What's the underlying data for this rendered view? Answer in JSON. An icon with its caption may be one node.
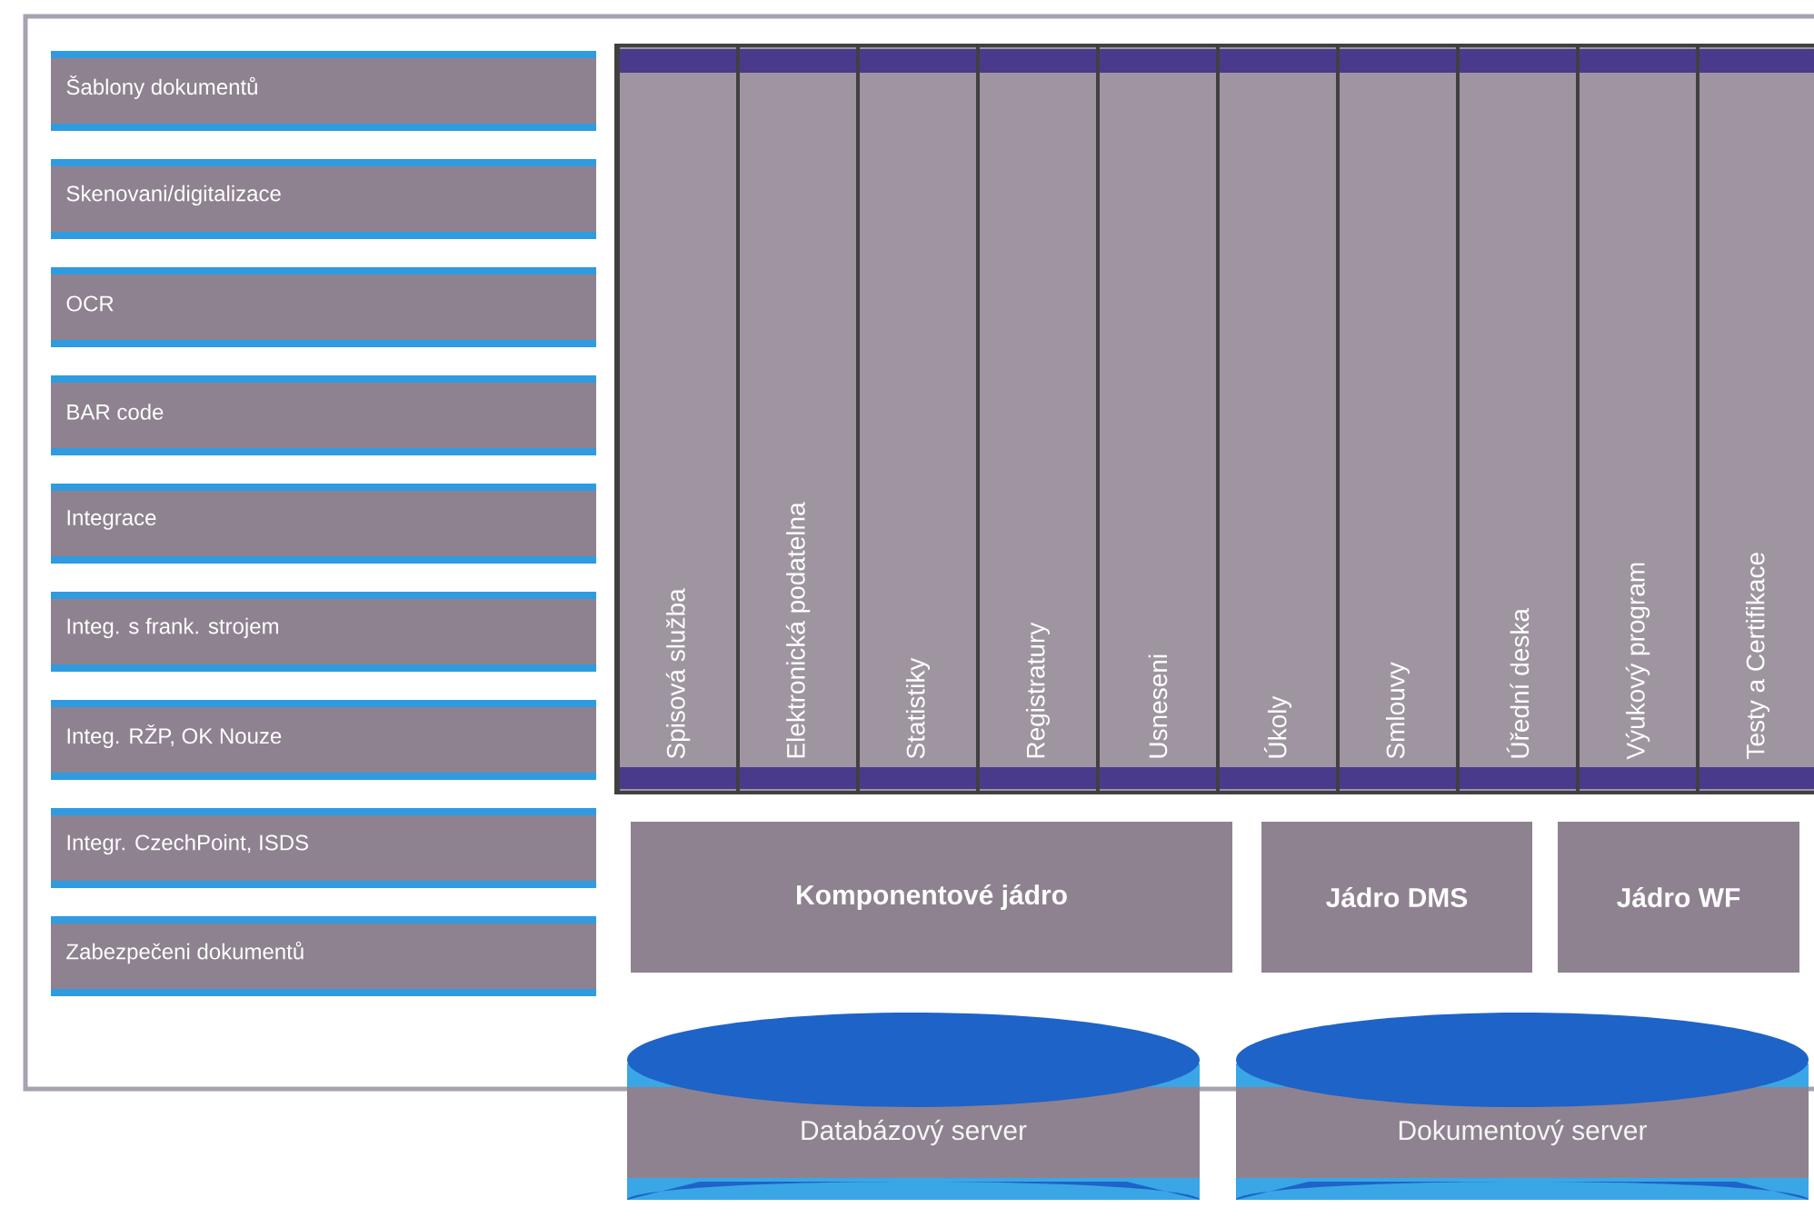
{
  "diagram": {
    "nodes": [
      {
        "text": [
          "Šablony dokumentů"
        ]
      },
      {
        "text": [
          "Skenovani/digitalizace"
        ]
      },
      {
        "text": [
          "OCR"
        ]
      },
      {
        "text": [
          "BAR code"
        ]
      },
      {
        "text": [
          "Integrace"
        ]
      },
      {
        "text": [
          "Integ. s frank. strojem"
        ]
      },
      {
        "text": [
          "Integ. RŽP, OK Nouze"
        ]
      },
      {
        "text": [
          "Integr. CzechPoint, ISDS"
        ]
      },
      {
        "text": [
          "Zabezpečeni dokumentů"
        ]
      },
      {
        "text": [
          "Spisová služba"
        ]
      },
      {
        "text": [
          "Elektronická podatelna"
        ]
      },
      {
        "text": [
          "Statistiky"
        ]
      },
      {
        "text": [
          "Registratury"
        ]
      },
      {
        "text": [
          "Usneseni"
        ]
      },
      {
        "text": [
          "Úkoly"
        ]
      },
      {
        "text": [
          "Smlouvy"
        ]
      },
      {
        "text": [
          "Úřední deska"
        ]
      },
      {
        "text": [
          "Výukový program"
        ]
      },
      {
        "text": [
          "Testy a Certifikace"
        ]
      },
      {
        "text": [
          "Komponentové jádro"
        ]
      },
      {
        "text": [
          "Jádro DMS"
        ]
      },
      {
        "text": [
          "Jádro WF"
        ]
      },
      {
        "text": [
          "Databázový server"
        ]
      },
      {
        "text": [
          "Dokumentový server"
        ]
      }
    ]
  }
}
